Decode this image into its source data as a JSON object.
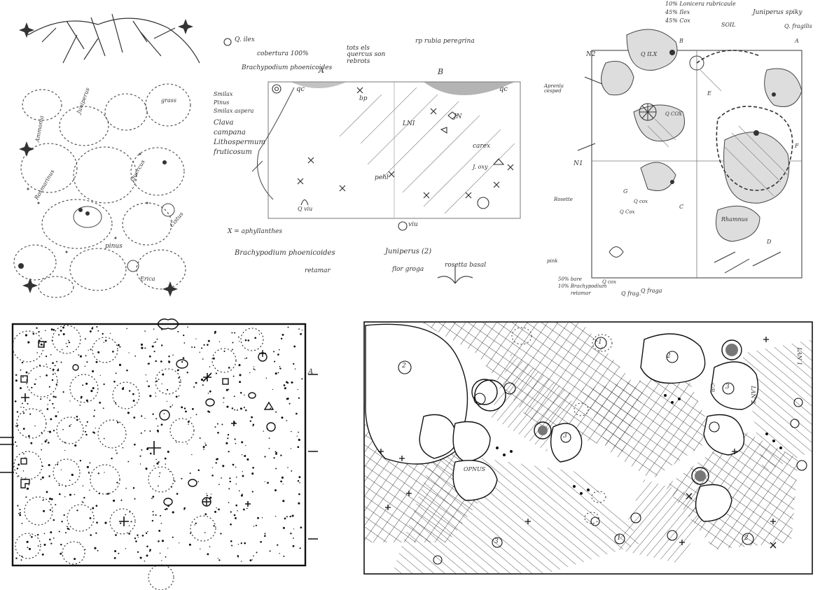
{
  "panel1": {
    "labels": [
      "Ammonia",
      "Rosmarinus",
      "Juniperus",
      "pinus",
      "grass",
      "Quercus",
      "Cistus",
      "Erica"
    ]
  },
  "panel2": {
    "top_left_labels": [
      "Q. ilex",
      "cobertura 100%",
      "Brachypodium phoenicoides"
    ],
    "top_center_labels": [
      "tots els quercus son rebrots",
      "rp rubia peregrina"
    ],
    "left_labels": [
      "Smilax",
      "Pinus",
      "Smilax aspera",
      "Clava",
      "campana",
      "Lithospermum",
      "fruticosum"
    ],
    "column_labels": [
      "A",
      "B"
    ],
    "marks": [
      "qc",
      "bp",
      "LNI",
      "JN",
      "carex",
      "qc",
      "pehl",
      "viu"
    ],
    "bottom_labels": [
      "X = aphyllanthes",
      "Brachypodium phoenicoides",
      "retamar",
      "Juniperus (2)",
      "flor groga",
      "rosetta basal",
      "Q viu",
      "J. oxy"
    ]
  },
  "panel3": {
    "top_labels": [
      "10% Lonicera rubricaule",
      "45% Ilex",
      "45% Cox",
      "SOIL",
      "Juniperus spiky",
      "Q. fragilis"
    ],
    "side_labels": [
      "N2",
      "N1",
      "Aprenla cesped",
      "Rosette",
      "pink",
      "Q cox",
      "Q fraga"
    ],
    "region_labels": [
      "Q ILX",
      "Q COX",
      "Q Cox",
      "Rhamnus",
      "A",
      "B",
      "C",
      "D",
      "E",
      "F",
      "G"
    ],
    "bottom_notes": [
      "50% bare",
      "10% Brachypodium",
      "retamar",
      "Q cox",
      "Q frag."
    ]
  },
  "panel4": {
    "edge_label": "A"
  },
  "panel5": {
    "circle_marks": [
      "2",
      "3",
      "1"
    ],
    "region_labels": [
      "LAN 1",
      "LAN 2",
      "OPNUS",
      "C/B"
    ]
  }
}
